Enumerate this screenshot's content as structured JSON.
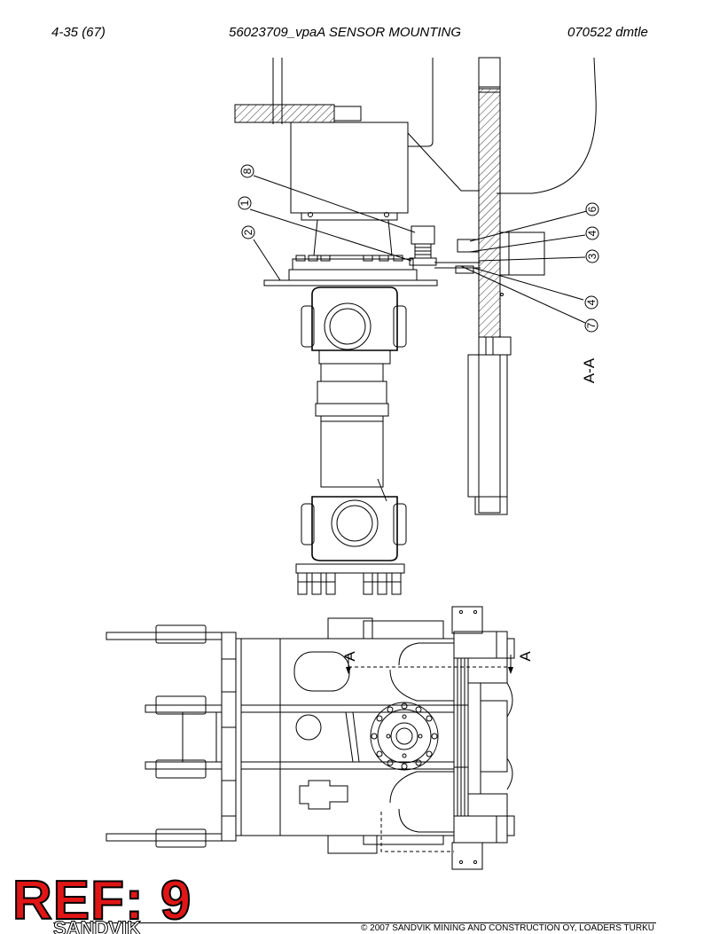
{
  "header": {
    "page_ref": "4-35 (67)",
    "title": "56023709_vpaA SENSOR MOUNTING",
    "date_code": "070522 dmtle"
  },
  "callouts": [
    "8",
    "1",
    "2",
    "6",
    "4",
    "3",
    "4",
    "7"
  ],
  "section": {
    "view_label": "A-A",
    "marker_left": "A",
    "marker_right": "A"
  },
  "stamp": {
    "ref": "REF: 9",
    "brand": "SANDVIK"
  },
  "footer": {
    "copyright": "© 2007 SANDVIK MINING AND CONSTRUCTION OY, LOADERS TURKU"
  }
}
